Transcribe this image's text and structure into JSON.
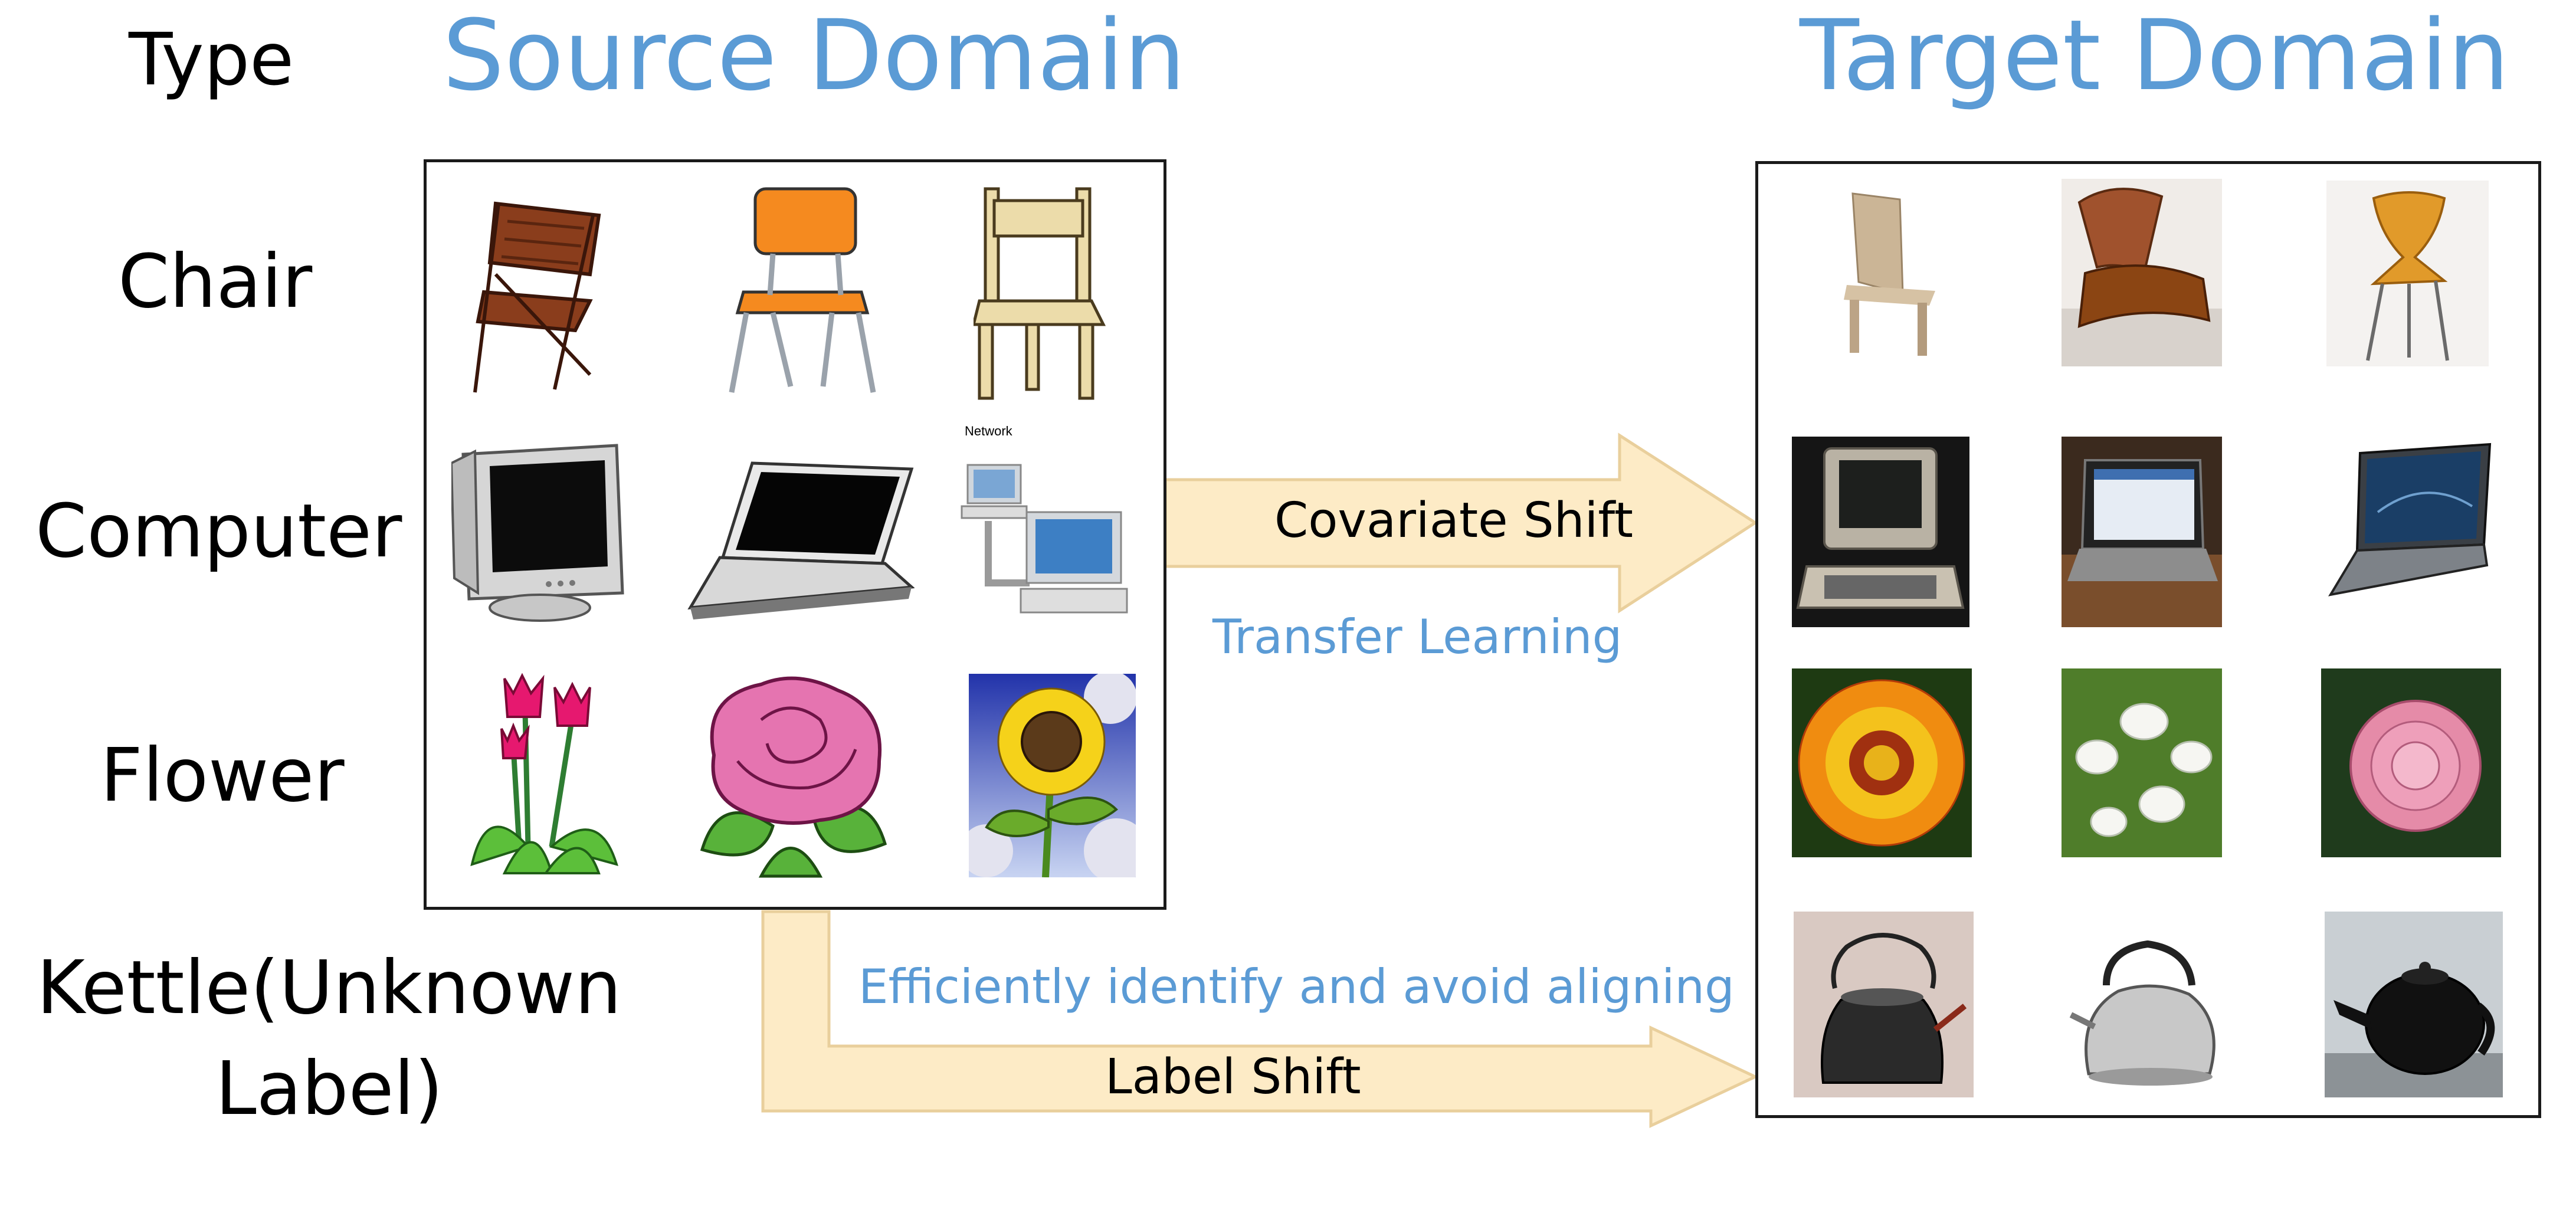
{
  "header": {
    "type_label": "Type",
    "source_title": "Source Domain",
    "target_title": "Target Domain"
  },
  "rows": [
    {
      "label": "Chair"
    },
    {
      "label": "Computer"
    },
    {
      "label": "Flower"
    },
    {
      "label_line1": "Kettle(Unknown",
      "label_line2": "Label)"
    }
  ],
  "arrows": {
    "covariate": {
      "label": "Covariate Shift",
      "caption": "Transfer Learning"
    },
    "label_shift": {
      "label": "Label Shift",
      "caption": "Efficiently identify and avoid aligning"
    }
  },
  "source_images": {
    "network_text": "Network",
    "items": [
      "wooden-folding-chair",
      "orange-chair",
      "beige-wooden-chair",
      "crt-monitor",
      "laptop",
      "network-computers",
      "tulips",
      "pink-rose",
      "sunflower"
    ]
  },
  "target_images": {
    "items": [
      "beige-chair-photo",
      "brown-lounge-chair-photo",
      "orange-chair-photo",
      "vintage-computer-photo",
      "laptop-on-desk-photo",
      "black-laptop-photo",
      "gazania-flower-photo",
      "white-flowers-photo",
      "pink-camellia-photo",
      "black-kettle-photo",
      "silver-kettle-photo",
      "black-teapot-photo"
    ]
  },
  "colors": {
    "title_blue": "#5b9bd5",
    "arrow_fill": "#fdebc6",
    "arrow_stroke": "#e9cf9c"
  }
}
